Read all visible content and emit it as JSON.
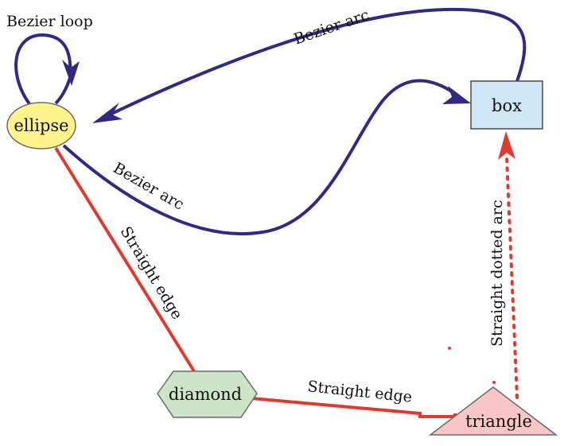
{
  "nodes": {
    "ellipse": {
      "label": "ellipse",
      "fill": "#fff48c",
      "stroke": "#6a6a6a"
    },
    "box": {
      "label": "box",
      "fill": "#cfe6f6",
      "stroke": "#4a4a4a"
    },
    "diamond": {
      "label": "diamond",
      "fill": "#cde4c9",
      "stroke": "#6a6a6a"
    },
    "triangle": {
      "label": "triangle",
      "fill": "#f8c6c6",
      "stroke": "#6a6a6a"
    }
  },
  "edges": {
    "loop": {
      "label": "Bezier loop",
      "color": "#2f2a84"
    },
    "arc_top": {
      "label": "Bezier arc",
      "color": "#2f2a84"
    },
    "arc_bottom": {
      "label": "Bezier arc",
      "color": "#2f2a84"
    },
    "edge_ellipse_diamond": {
      "label": "Straight edge",
      "color": "#e03a30"
    },
    "edge_diamond_triangle": {
      "label": "Straight edge",
      "color": "#e03a30"
    },
    "dotted_arc": {
      "label": "Straight dotted arc",
      "color": "#e03a30"
    }
  }
}
